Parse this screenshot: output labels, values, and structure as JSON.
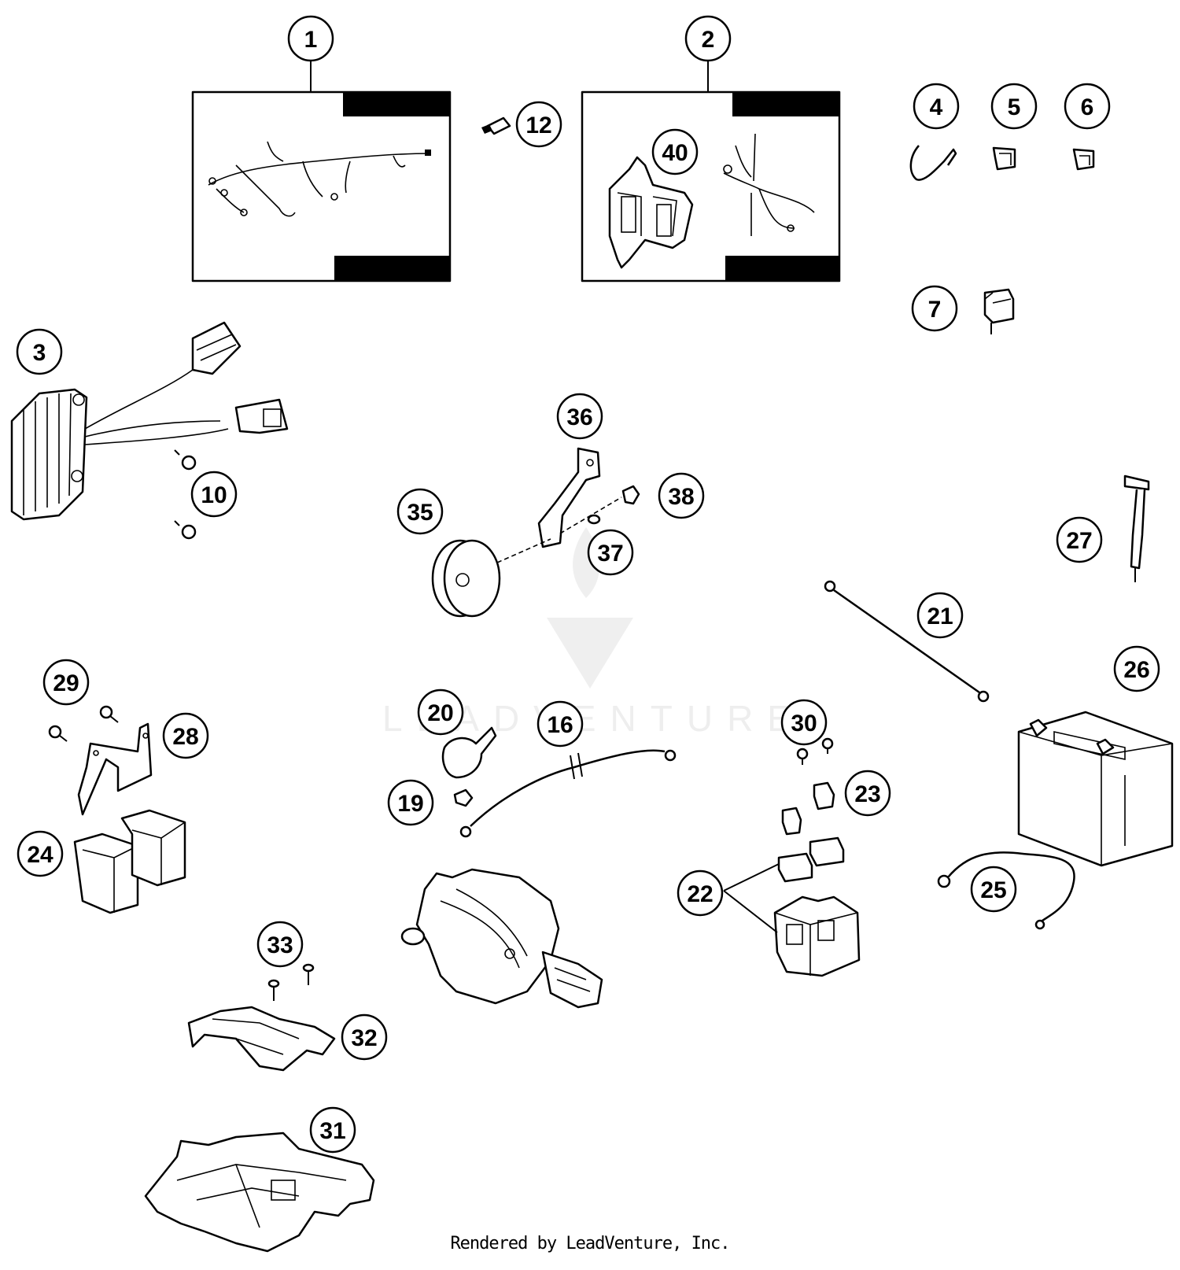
{
  "watermark": "LEADVENTURE",
  "footer": "Rendered by LeadVenture, Inc.",
  "callouts": [
    "1",
    "2",
    "3",
    "4",
    "5",
    "6",
    "7",
    "10",
    "12",
    "16",
    "19",
    "20",
    "21",
    "22",
    "23",
    "24",
    "25",
    "26",
    "27",
    "28",
    "29",
    "30",
    "31",
    "32",
    "33",
    "35",
    "36",
    "37",
    "38",
    "40"
  ]
}
